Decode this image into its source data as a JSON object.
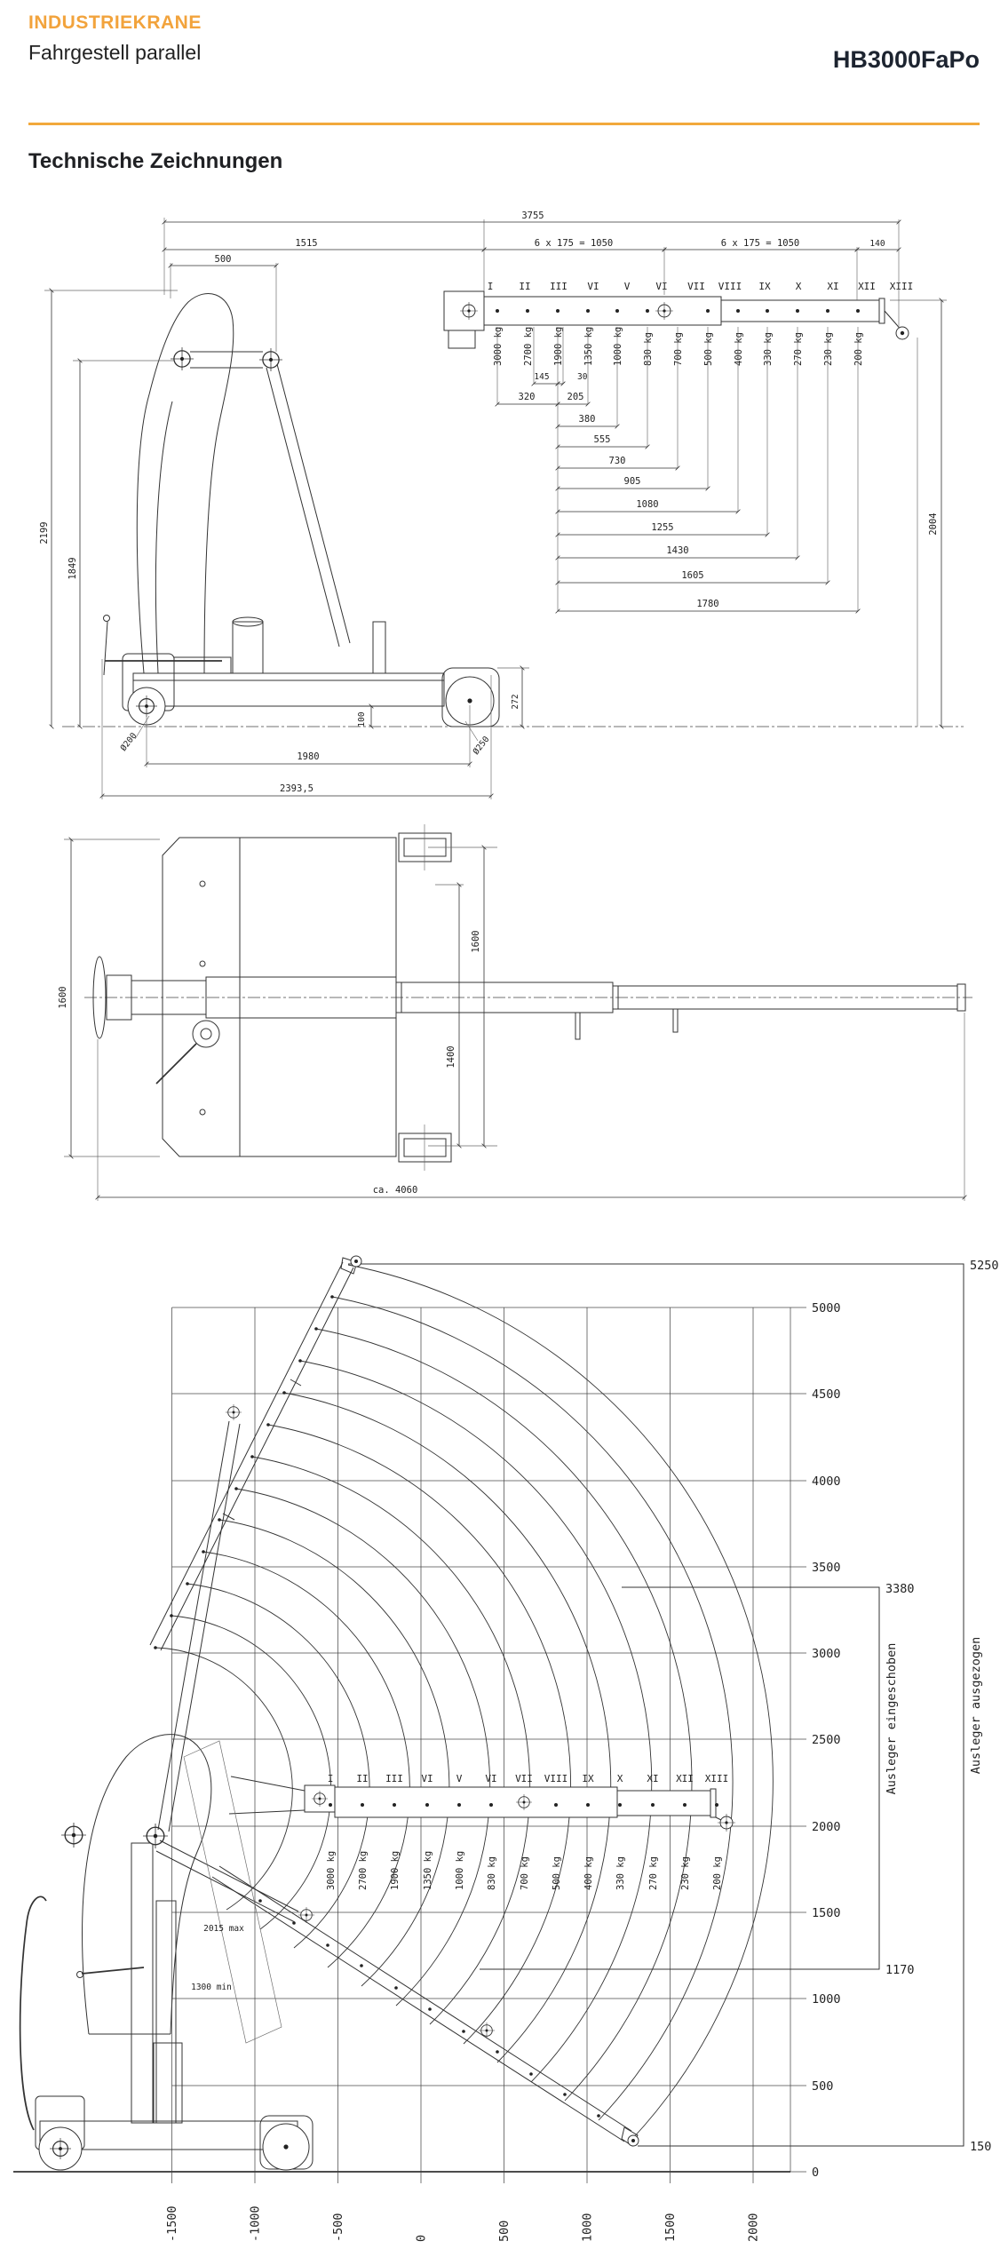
{
  "header": {
    "brand": "INDUSTRIEKRANE",
    "subtitle": "Fahrgestell parallel",
    "model": "HB3000FaPo",
    "accent_color": "#F2A33C"
  },
  "section_title": "Technische Zeichnungen",
  "boom": {
    "numerals": [
      "I",
      "II",
      "III",
      "VI",
      "V",
      "VI",
      "VII",
      "VIII",
      "IX",
      "X",
      "XI",
      "XII",
      "XIII"
    ],
    "loads": [
      "3000 kg",
      "2700 kg",
      "1900 kg",
      "1350 kg",
      "1000 kg",
      "830 kg",
      "700 kg",
      "500 kg",
      "400 kg",
      "330 kg",
      "270 kg",
      "230 kg",
      "200 kg"
    ]
  },
  "side_view": {
    "d3755": "3755",
    "d1515": "1515",
    "d1050a": "6 x 175 = 1050",
    "d1050b": "6 x 175 = 1050",
    "d140": "140",
    "d500": "500",
    "d145": "145",
    "d30": "30",
    "d320": "320",
    "d205": "205",
    "cascade": [
      "380",
      "555",
      "730",
      "905",
      "1080",
      "1255",
      "1430",
      "1605",
      "1780"
    ],
    "v2199": "2199",
    "v1849": "1849",
    "v2004": "2004",
    "v100": "100",
    "v272": "272",
    "diaL": "Ø200",
    "diaR": "Ø250",
    "d1980": "1980",
    "d2393": "2393,5"
  },
  "top_view": {
    "left_width": "1600",
    "right_width": "1600",
    "inner_width": "1400",
    "overall": "ca. 4060"
  },
  "envelope": {
    "right_scale": [
      "5000",
      "4500",
      "4000",
      "3500",
      "3000",
      "2500",
      "2000",
      "1500",
      "1000",
      "500",
      "0"
    ],
    "bottom_scale": [
      "-1500",
      "-1000",
      "-500",
      "0",
      "500",
      "1000",
      "1500",
      "2000"
    ],
    "corner_top": "5250",
    "corner_bottom": "150",
    "inner_top": "3380",
    "inner_bottom": "1170",
    "label_in": "Ausleger eingeschoben",
    "label_out": "Ausleger ausgezogen",
    "cyl_max": "2015 max",
    "cyl_min": "1300 min"
  }
}
